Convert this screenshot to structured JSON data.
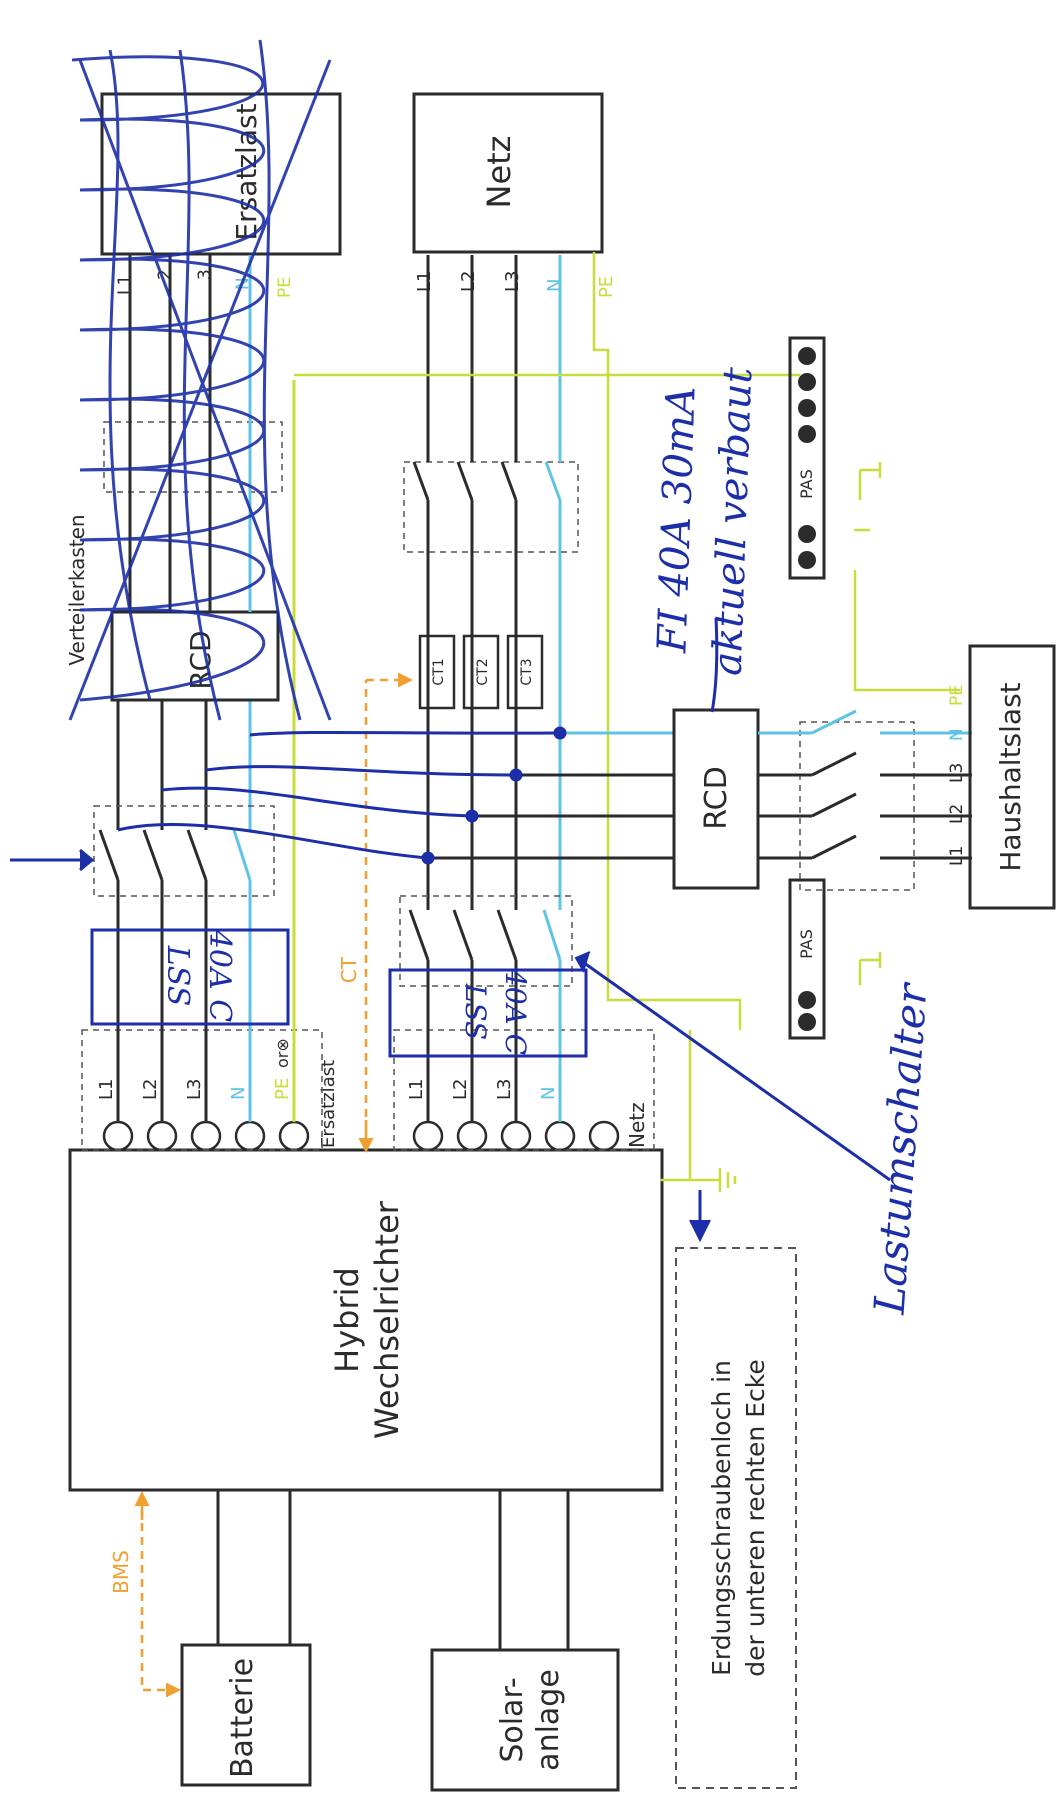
{
  "colors": {
    "line": "#2b2b2b",
    "neutral": "#5fc3e4",
    "earth": "#c8dc3c",
    "ct": "#f0a030",
    "handwriting": "#1c2fa8",
    "dashed_box": "#555555"
  },
  "labels": {
    "inverter_line1": "Hybrid",
    "inverter_line2": "Wechselrichter",
    "battery": "Batterie",
    "solar_line1": "Solar-",
    "solar_line2": "anlage",
    "grid": "Netz",
    "backup_load": "Ersatzlast",
    "household_load": "Haushaltslast",
    "distribution_box": "Verteilerkasten",
    "rcd": "RCD",
    "pas": "PAS",
    "bms": "BMS",
    "ct": "CT",
    "ct1": "CT1",
    "ct2": "CT2",
    "ct3": "CT3",
    "l1": "L1",
    "l2": "L2",
    "l3": "L3",
    "l3_short": "3",
    "l2_short": "2",
    "n": "N",
    "pe": "PE",
    "pe_or": "or⊗",
    "ground_note_line1": "Erdungsschraubenloch in",
    "ground_note_line2": "der unteren rechten Ecke"
  },
  "handwriting": {
    "rcd_note_line1": "FI 40A 30mA",
    "rcd_note_line2": "aktuell verbaut",
    "breaker_note": "40A C",
    "breaker_note_2": "LSS",
    "switch_note": "Lastumschalter"
  }
}
